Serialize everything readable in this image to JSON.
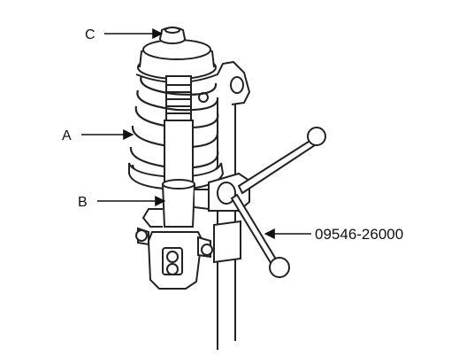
{
  "diagram": {
    "callouts": {
      "a": "A",
      "b": "B",
      "c": "C"
    },
    "tool_part_number": "09546-26000"
  }
}
